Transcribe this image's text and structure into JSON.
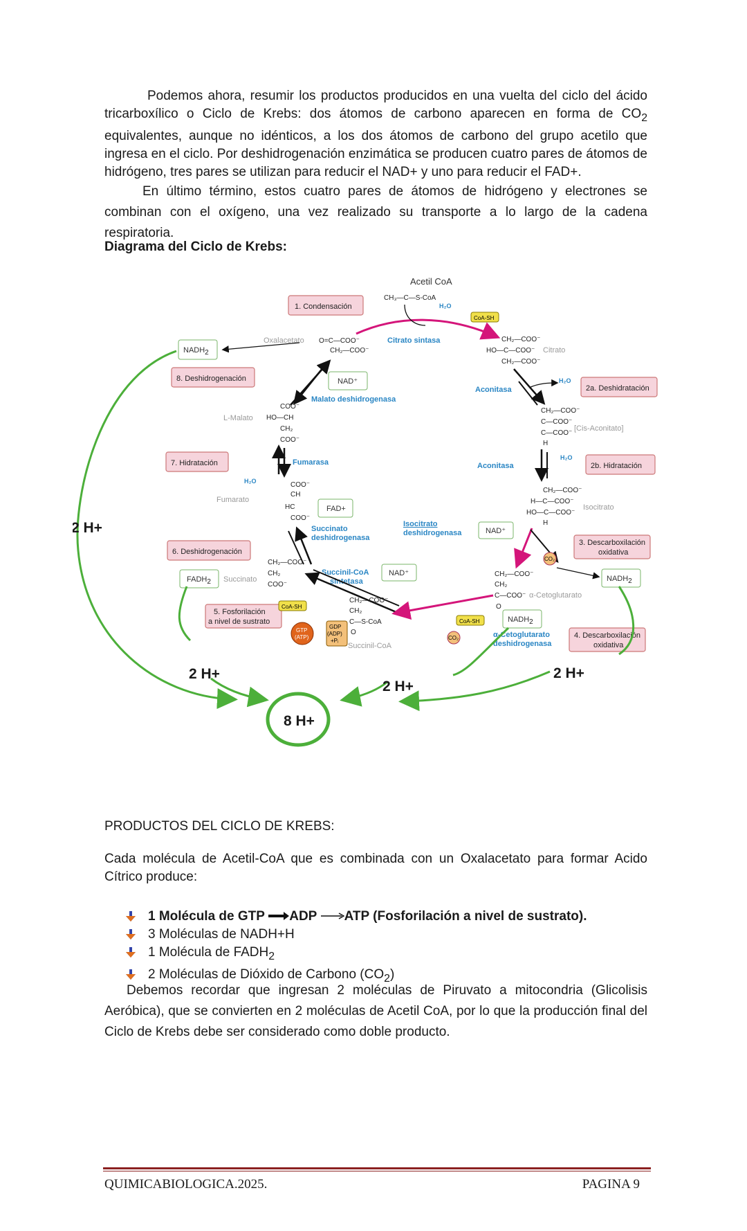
{
  "intro": {
    "p1": "Podemos ahora, resumir los productos producidos en una vuelta del ciclo del ácido tricarboxílico o Ciclo de Krebs: dos átomos de carbono aparecen en forma de CO",
    "p1_sub": "2",
    "p1_tail": " equivalentes, aunque no idénticos, a los dos átomos de carbono del grupo acetilo que ingresa en el ciclo. Por deshidrogenación enzimática se producen cuatro pares de átomos de hidrógeno, tres pares se utilizan para reducir el NAD+ y uno para reducir el FAD+.",
    "p2": "En último término, estos cuatro pares de átomos de hidrógeno y electrones se combinan con el oxígeno, una vez realizado su transporte a lo largo de la cadena respiratoria."
  },
  "diagram_heading": "Diagrama del Ciclo de Krebs:",
  "diagram": {
    "acetil_coa": "Acetil CoA",
    "acetil_formula": "CH₃—C—S-CoA",
    "steps": {
      "s1": "1. Condensación",
      "s2a": "2a. Deshidratación",
      "s2b": "2b. Hidratación",
      "s3_l1": "3. Descarboxilación",
      "s3_l2": "oxidativa",
      "s4_l1": "4. Descarboxilación",
      "s4_l2": "oxidativa",
      "s5_l1": "5. Fosforilación",
      "s5_l2": "a nivel de sustrato",
      "s6": "6. Deshidrogenación",
      "s7": "7. Hidratación",
      "s8": "8. Deshidrogenación"
    },
    "enzymes": {
      "citrato_sintasa": "Citrato sintasa",
      "aconitasa1": "Aconitasa",
      "aconitasa2": "Aconitasa",
      "isocitrato_dh_l1": "Isocitrato",
      "isocitrato_dh_l2": "deshidrogenasa",
      "akg_dh_l1": "α-Cetoglutarato",
      "akg_dh_l2": "deshidrogenasa",
      "succinil_sint_l1": "Succinil-CoA",
      "succinil_sint_l2": "sintetasa",
      "succinato_dh_l1": "Succinato",
      "succinato_dh_l2": "deshidrogenasa",
      "fumarasa": "Fumarasa",
      "malato_dh": "Malato deshidrogenasa"
    },
    "metabolites": {
      "oxalacetato": "Oxalacetato",
      "citrato": "Citrato",
      "cis_aconitato": "[Cis-Aconitato]",
      "isocitrato": "Isocitrato",
      "akg": "α-Cetoglutarato",
      "succinil_coa": "Succinil-CoA",
      "succinato": "Succinato",
      "fumarato": "Fumarato",
      "malato": "L-Malato"
    },
    "cofactors": {
      "nadh": "NADH",
      "nadh_sub": "2",
      "nad": "NAD⁺",
      "fad": "FAD+",
      "fadh": "FADH",
      "fadh_sub": "2",
      "coash": "CoA-SH",
      "h2o": "H₂O",
      "co2": "CO₂",
      "gtp_l1": "GTP",
      "gtp_l2": "(ATP)",
      "gdp_l1": "GDP",
      "gdp_l2": "(ADP)",
      "gdp_l3": "+Pᵢ"
    },
    "hplus": {
      "left": "2 H+",
      "bottom_left": "2 H+",
      "bottom_mid": "2 H+",
      "bottom_right": "2 H+",
      "total": "8 H+"
    }
  },
  "products_heading": "PRODUCTOS DEL CICLO DE KREBS:",
  "products_intro": "Cada molécula de Acetil-CoA que es combinada con un Oxalacetato para formar Acido Cítrico produce:",
  "bullets": {
    "b1_a": "1 Molécula de GTP",
    "b1_b": "ADP",
    "b1_c": "ATP (Fosforilación a nivel de sustrato).",
    "b2": "3 Moléculas de NADH+H",
    "b3": "1 Molécula de FADH",
    "b3_sub": "2",
    "b4_a": "2 Moléculas de Dióxido de Carbono (CO",
    "b4_sub": "2",
    "b4_b": ")"
  },
  "closing": "Debemos recordar que ingresan 2 moléculas de Piruvato a mitocondria (Glicolisis Aeróbica), que se convierten en 2 moléculas de Acetil CoA, por lo que la producción final del Ciclo de Krebs debe ser considerado como doble producto.",
  "footer": {
    "left": "QUIMICABIOLOGICA.2025.",
    "right": "PAGINA 9"
  },
  "colors": {
    "footer_rule": "#8b2020",
    "green": "#4caf3a",
    "magenta": "#d4157a",
    "step_box": "#f6d4dc",
    "enzyme_blue": "#2a86c4"
  }
}
